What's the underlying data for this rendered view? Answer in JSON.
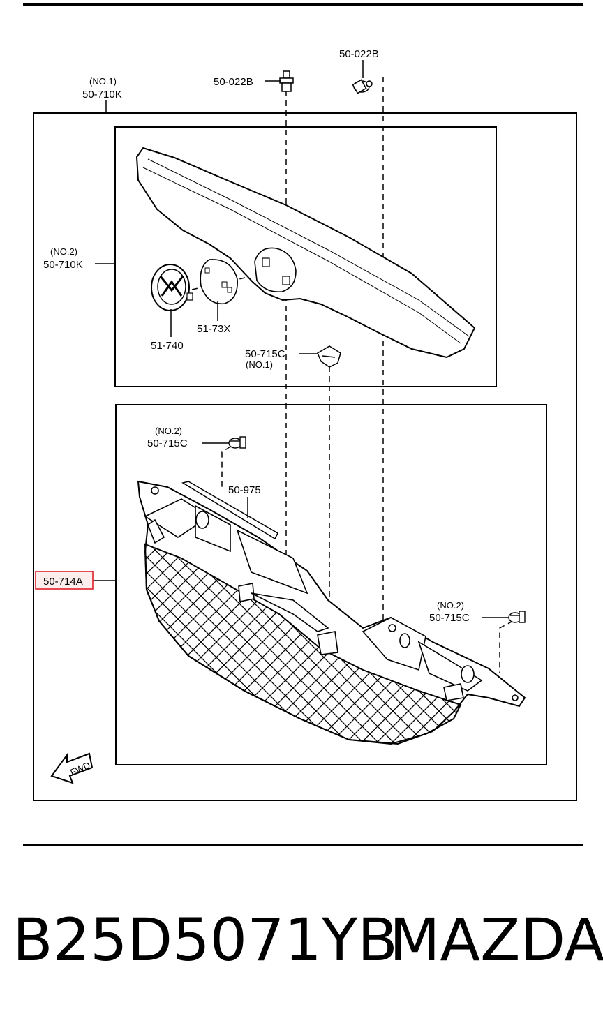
{
  "labels": {
    "clip_top_left": "50-022B",
    "clip_top_right": "50-022B",
    "grille_no1_qualifier": "(NO.1)",
    "grille_no1_part": "50-710K",
    "grille_no2_qualifier": "(NO.2)",
    "grille_no2_part": "50-710K",
    "emblem": "51-740",
    "emblem_base": "51-73X",
    "fastener_upper_part": "50-715C",
    "fastener_upper_qualifier": "(NO.1)",
    "fastener_left_qualifier": "(NO.2)",
    "fastener_left_part": "50-715C",
    "seal": "50-975",
    "grille_assembly": "50-714A",
    "fastener_right_qualifier": "(NO.2)",
    "fastener_right_part": "50-715C",
    "fwd": "FWD"
  },
  "highlight_color": "#e0202a",
  "footer": {
    "part_number": "B25D5071YB",
    "brand": "MAZDA"
  }
}
